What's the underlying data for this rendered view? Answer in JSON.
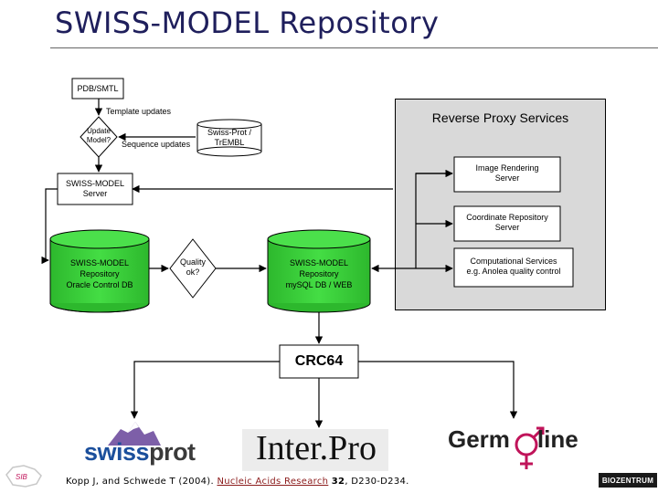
{
  "title": "SWISS-MODEL Repository",
  "nodes": {
    "pdb": "PDB/SMTL",
    "template_updates": "Template updates",
    "update_model": [
      "Update",
      "Model?"
    ],
    "sequence_updates": "Sequence updates",
    "swissprot": [
      "Swiss-Prot /",
      "TrEMBL"
    ],
    "server": [
      "SWISS-MODEL",
      "Server"
    ],
    "oracle_db": [
      "SWISS-MODEL",
      "Repository",
      "Oracle Control DB"
    ],
    "quality": [
      "Quality",
      "ok?"
    ],
    "mysql_db": [
      "SWISS-MODEL",
      "Repository",
      "mySQL DB / WEB"
    ],
    "crc": "CRC64"
  },
  "reverse_proxy": {
    "title": "Reverse Proxy Services",
    "services": [
      [
        "Image Rendering",
        "Server"
      ],
      [
        "Coordinate Repository",
        "Server"
      ],
      [
        "Computational Services",
        "e.g. Anolea quality control"
      ]
    ]
  },
  "logos": {
    "swissprot_a": "swiss",
    "swissprot_b": "prot",
    "interpro": "Inter.Pro",
    "germonline_a": "Germ",
    "germonline_b": "line",
    "sib": "SIB",
    "biozentrum": "BIOZENTRUM"
  },
  "citation": {
    "prefix": "Kopp J, and Schwede T (2004). ",
    "journal": "Nucleic Acids Research",
    "vol": "32",
    "pages": ", D230-D234."
  },
  "colors": {
    "title": "#1f1f5c",
    "proxy_bg": "#d9d9d9",
    "cylinder": "#33cc33",
    "swiss_blue": "#1b4f9c",
    "germ_symbol": "#c0145a",
    "journal": "#8b1a1a"
  }
}
